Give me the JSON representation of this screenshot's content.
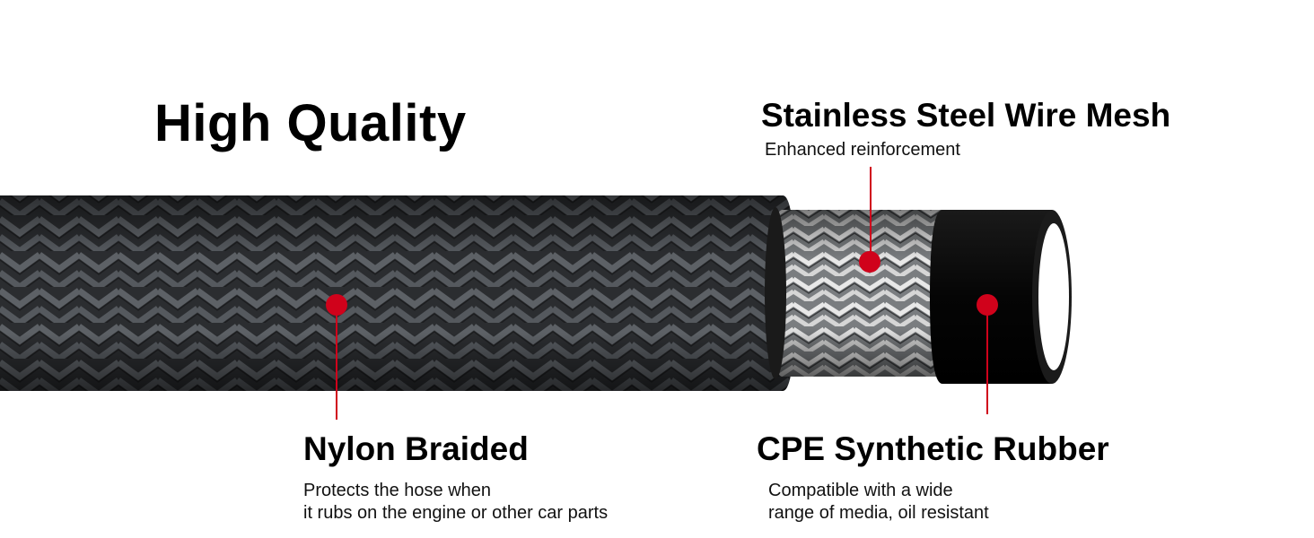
{
  "title": "High Quality",
  "callouts": {
    "mesh": {
      "title": "Stainless Steel Wire Mesh",
      "description": "Enhanced reinforcement"
    },
    "nylon": {
      "title": "Nylon Braided",
      "description_line1": "Protects the hose when",
      "description_line2": "it rubs on the engine or other car parts"
    },
    "rubber": {
      "title": "CPE Synthetic Rubber",
      "description_line1": "Compatible with a wide",
      "description_line2": "range of media, oil resistant"
    }
  },
  "colors": {
    "marker": "#d0021b",
    "text": "#000000",
    "braid": "#2e3033",
    "rubber": "#0a0a0a"
  }
}
